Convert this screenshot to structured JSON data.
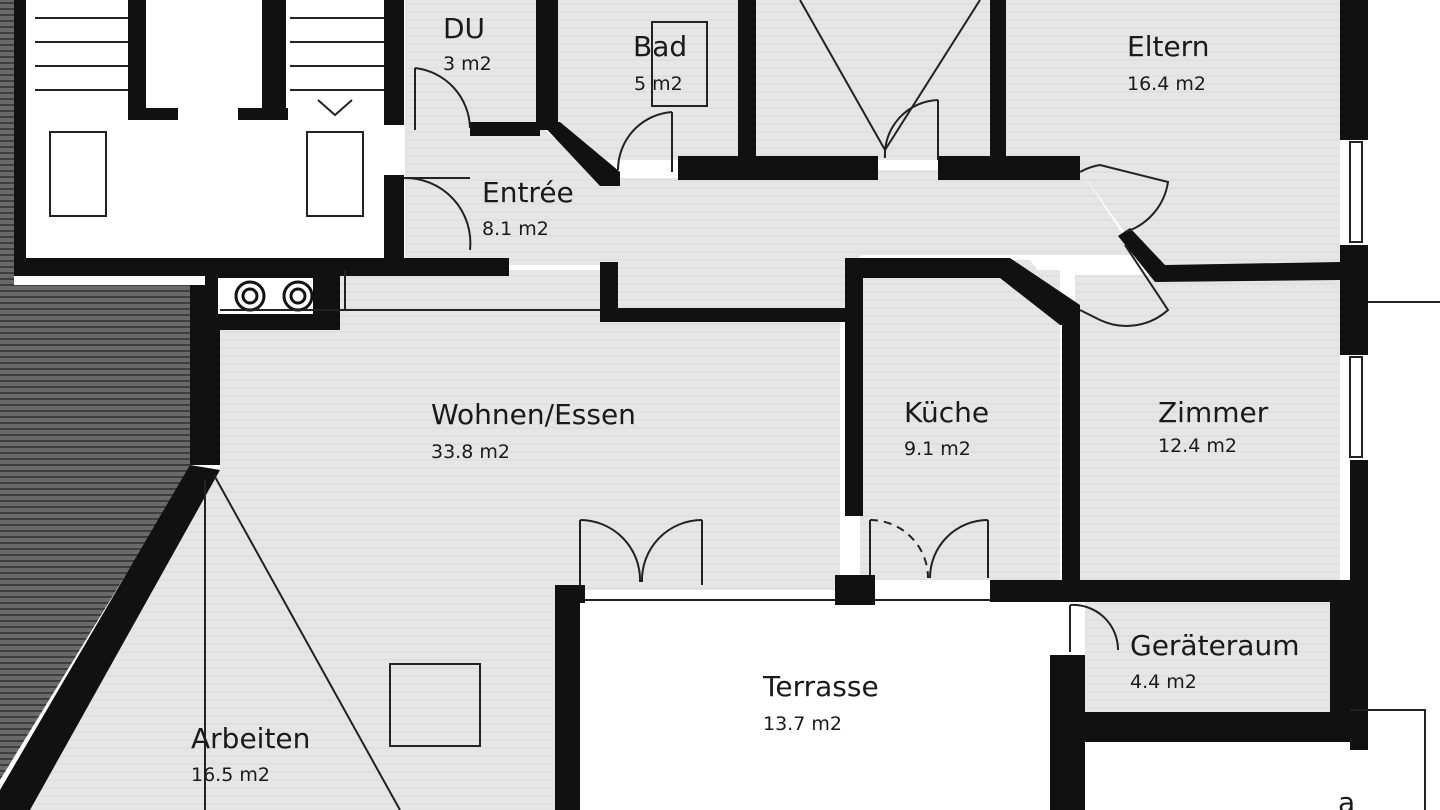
{
  "colors": {
    "wall": "#111111",
    "floor": "#e9e9e9",
    "hatch": "#5a5a5a",
    "background": "#ffffff",
    "line": "#222222"
  },
  "rooms": {
    "du": {
      "name": "DU",
      "area": "3 m2"
    },
    "bad": {
      "name": "Bad",
      "area": "5 m2"
    },
    "eltern": {
      "name": "Eltern",
      "area": "16.4 m2"
    },
    "entree": {
      "name": "Entrée",
      "area": "8.1 m2"
    },
    "wohnen": {
      "name": "Wohnen/Essen",
      "area": "33.8 m2"
    },
    "kueche": {
      "name": "Küche",
      "area": "9.1 m2"
    },
    "zimmer": {
      "name": "Zimmer",
      "area": "12.4 m2"
    },
    "terrasse": {
      "name": "Terrasse",
      "area": "13.7 m2"
    },
    "geraeteraum": {
      "name": "Geräteraum",
      "area": "4.4 m2"
    },
    "arbeiten": {
      "name": "Arbeiten",
      "area": "16.5 m2"
    }
  },
  "corner_mark": "a"
}
